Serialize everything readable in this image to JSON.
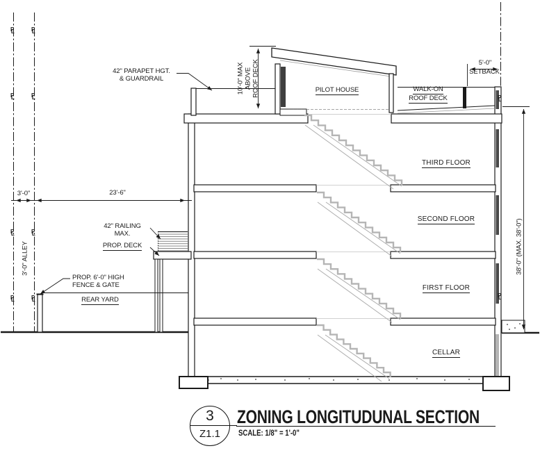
{
  "drawing": {
    "colors": {
      "ink": "#1a1a1a",
      "stair_gray": "#b5b5b5"
    },
    "annotations": {
      "parapet_l1": "42\" PARAPET HGT.",
      "parapet_l2": "& GUARDRAIL",
      "roof_max_l1": "10'-0\" MAX",
      "roof_max_l2": "ABOVE",
      "roof_max_l3": "ROOF DECK",
      "setback_value": "5'-0\"",
      "setback_label": "SETBACK",
      "alley_width": "3'-0\"",
      "yard_width": "23'-6\"",
      "railing_l1": "42\" RAILING",
      "railing_l2": "MAX.",
      "prop_deck": "PROP. DECK",
      "fence_l1": "PROP. 6'-0\" HIGH",
      "fence_l2": "FENCE & GATE",
      "rear_yard": "REAR YARD",
      "alley_label": "3'-0\" ALLEY",
      "building_height": "38'-0\" (MAX. 38'-0\")",
      "pl_p": "P",
      "pl_l": "L"
    },
    "rooms": {
      "pilot_house": "PILOT HOUSE",
      "walk_on_l1": "WALK-ON",
      "walk_on_l2": "ROOF DECK",
      "third_floor": "THIRD FLOOR",
      "second_floor": "SECOND FLOOR",
      "first_floor": "FIRST FLOOR",
      "cellar": "CELLAR"
    },
    "title_block": {
      "detail_number": "3",
      "sheet_number": "Z1.1",
      "title": "ZONING LONGITUDUNAL SECTION",
      "scale": "SCALE: 1/8\" = 1'-0\""
    }
  }
}
